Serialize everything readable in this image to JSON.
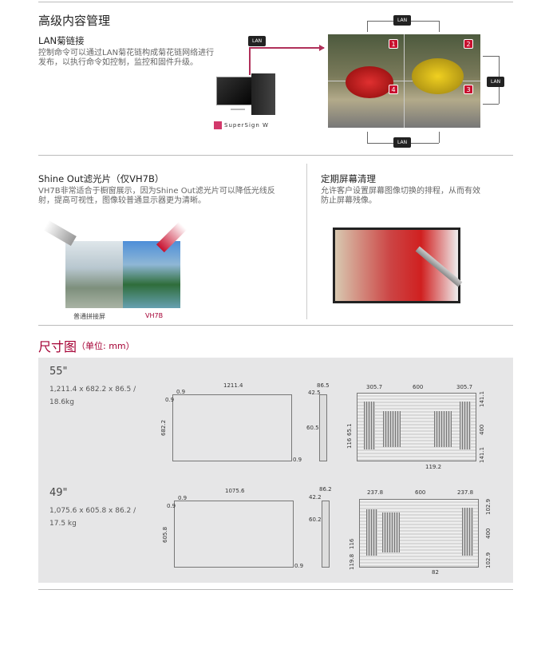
{
  "lan_daisy": {
    "title": "高级内容管理",
    "subtitle": "LAN菊链接",
    "desc_line1": "控制命令可以通过LAN菊花链构成菊花链网络进行",
    "desc_line2": "发布，以执行命令如控制，监控和固件升级。",
    "lan_label": "LAN",
    "logo_text": "SuperSign W",
    "badges": [
      "1",
      "2",
      "3",
      "4"
    ]
  },
  "shine_out": {
    "title": "Shine Out滤光片（仅VH7B）",
    "desc_line1": "VH7B非常适合于橱窗展示，因为Shine Out滤光片可以降低光线反",
    "desc_line2": "射，提高可视性，图像较普通显示器更为清晰。",
    "label_normal": "普通拼接屏",
    "label_vh7b": "VH7B"
  },
  "screen_clean": {
    "title": "定期屏幕清理",
    "desc_line1": "允许客户设置屏幕图像切换的排程，从而有效",
    "desc_line2": "防止屏幕残像。"
  },
  "dimensions": {
    "title": "尺寸图",
    "unit": "（单位: mm）",
    "models": [
      {
        "size": "55\"",
        "spec_line1": "1,211.4 x 682.2 x 86.5 /",
        "spec_line2": "18.6kg",
        "width": "1211.4",
        "height": "682.2",
        "bezel": "0.9",
        "depth": "86.5",
        "depth_mid": "42.5",
        "side_h": "60.5",
        "back_left": "305.7",
        "back_mid": "600",
        "back_right": "305.7",
        "back_r_top": "141.1",
        "back_r_mid": "400",
        "back_r_bot": "141.1",
        "back_l1": "65.1",
        "back_l2": "116",
        "back_bottom": "119.2"
      },
      {
        "size": "49\"",
        "spec_line1": "1,075.6 x 605.8 x 86.2 /",
        "spec_line2": "17.5 kg",
        "width": "1075.6",
        "height": "605.8",
        "bezel": "0.9",
        "depth": "86.2",
        "depth_mid": "42.2",
        "side_h": "60.2",
        "back_left": "237.8",
        "back_mid": "600",
        "back_right": "237.8",
        "back_r_top": "102.9",
        "back_r_mid": "400",
        "back_r_bot": "102.9",
        "back_l1": "116",
        "back_l2": "119.8",
        "back_bottom": "82"
      }
    ]
  },
  "colors": {
    "accent": "#a50034",
    "panel": "#e6e6e7"
  }
}
